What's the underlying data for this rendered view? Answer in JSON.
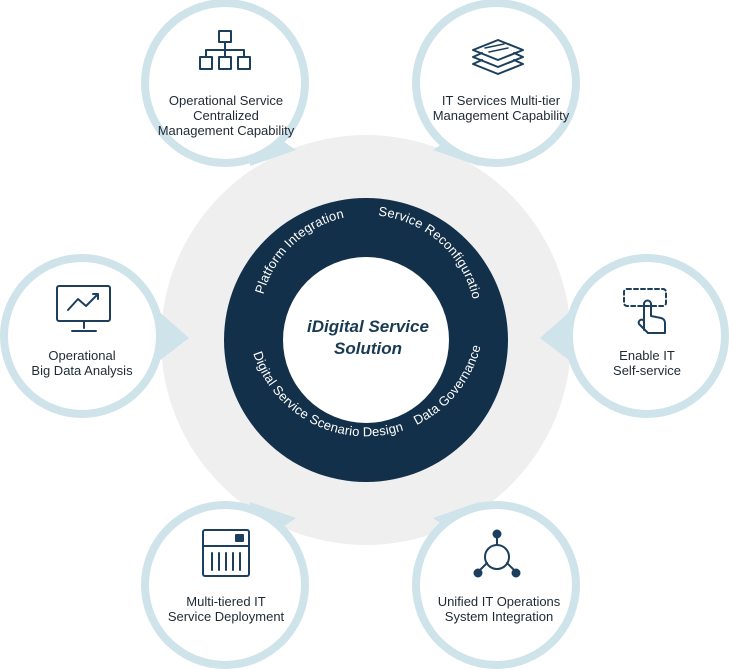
{
  "center": {
    "title": "iDigital Service\nSolution"
  },
  "ring": {
    "segments": [
      "Platform Integration",
      "Service Reconfiguration",
      "Data Governance",
      "Digital Service Scenario Design"
    ]
  },
  "nodes": [
    {
      "label": "Operational Service\nCentralized\nManagement Capability",
      "icon": "org-chart-icon"
    },
    {
      "label": "IT Services Multi-tier\nManagement Capability",
      "icon": "layers-icon"
    },
    {
      "label": "Enable IT\nSelf-service",
      "icon": "touch-hand-icon"
    },
    {
      "label": "Unified IT Operations\nSystem Integration",
      "icon": "network-nodes-icon"
    },
    {
      "label": "Multi-tiered IT\nService Deployment",
      "icon": "server-rack-icon"
    },
    {
      "label": "Operational\nBig Data Analysis",
      "icon": "monitor-chart-icon"
    }
  ],
  "colors": {
    "ring": "#13304a",
    "bubble_border": "#cfe3ea",
    "backdrop": "#efefef",
    "icon": "#1c3f5e",
    "text": "#1f2a33"
  }
}
